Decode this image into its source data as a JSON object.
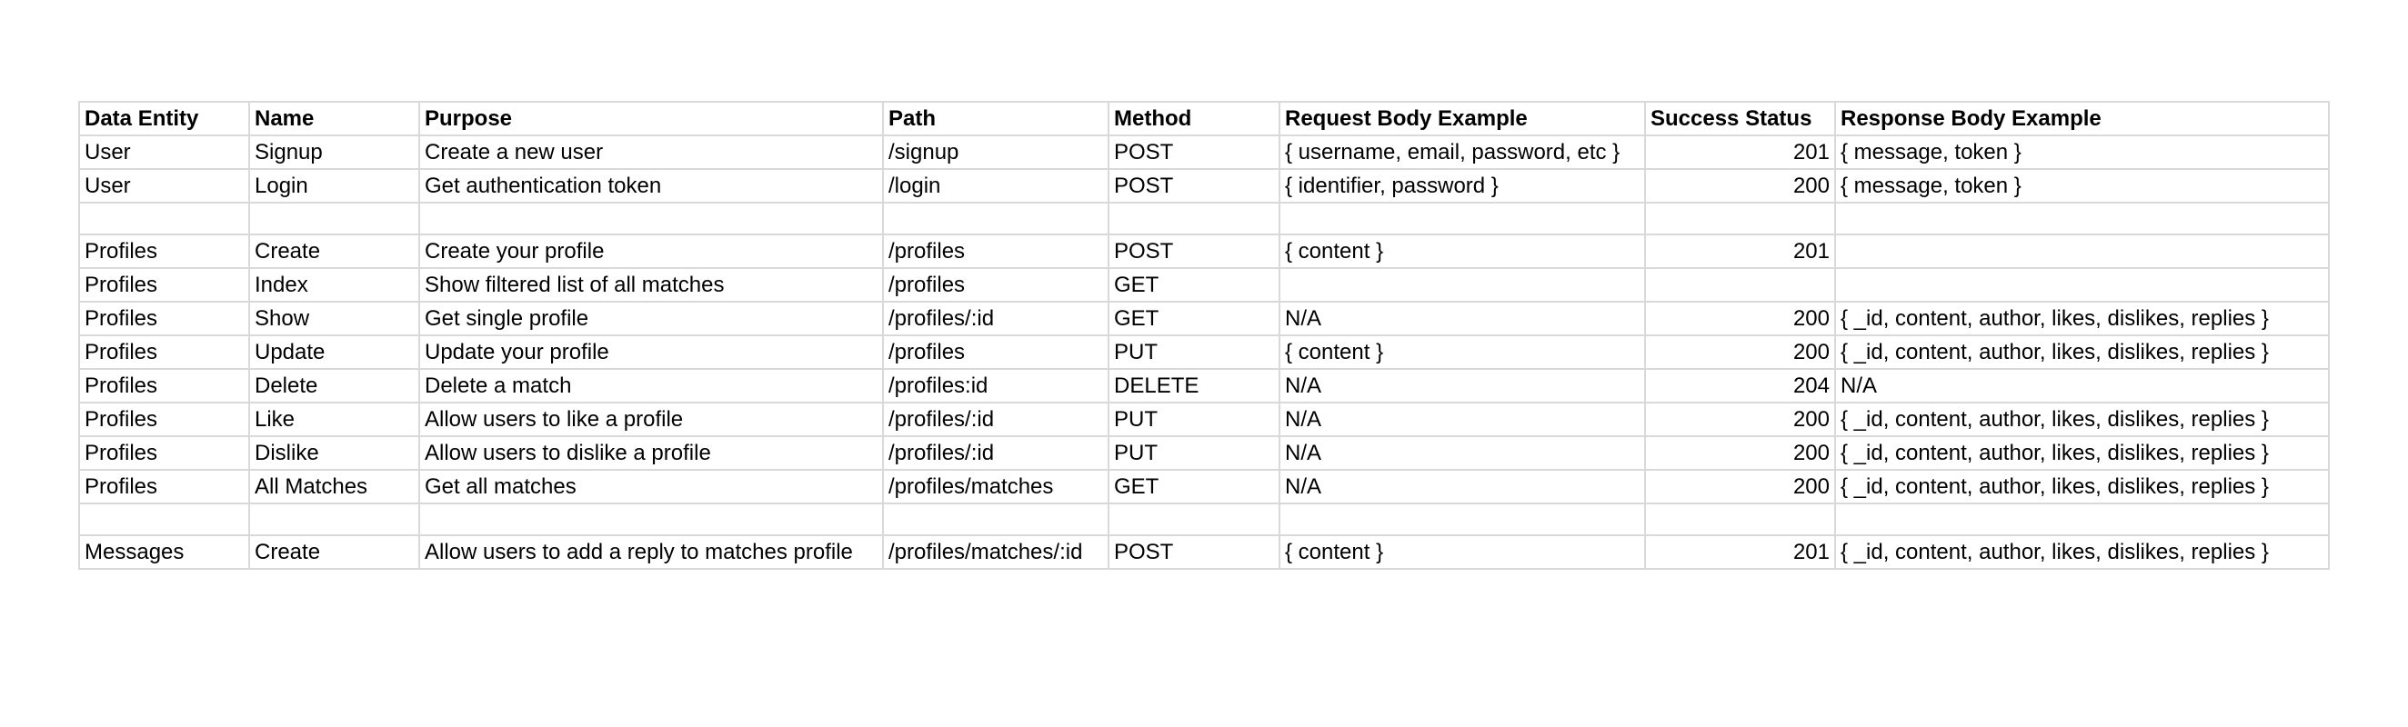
{
  "table": {
    "headers": [
      "Data Entity",
      "Name",
      "Purpose",
      "Path",
      "Method",
      "Request Body Example",
      "Success Status",
      "Response Body Example"
    ],
    "rows": [
      [
        "User",
        "Signup",
        "Create a new user",
        "/signup",
        "POST",
        "{ username, email, password, etc }",
        "201",
        "{ message, token }"
      ],
      [
        "User",
        "Login",
        "Get authentication token",
        "/login",
        "POST",
        "{ identifier, password }",
        "200",
        "{ message, token }"
      ],
      [
        "",
        "",
        "",
        "",
        "",
        "",
        "",
        ""
      ],
      [
        "Profiles",
        "Create",
        "Create your profile",
        "/profiles",
        "POST",
        "{ content }",
        "201",
        ""
      ],
      [
        "Profiles",
        "Index",
        "Show filtered list of all matches",
        "/profiles",
        "GET",
        "",
        "",
        ""
      ],
      [
        "Profiles",
        "Show",
        "Get single profile",
        "/profiles/:id",
        "GET",
        "N/A",
        "200",
        "{ _id, content, author, likes, dislikes, replies }"
      ],
      [
        "Profiles",
        "Update",
        "Update your profile",
        "/profiles",
        "PUT",
        "{ content }",
        "200",
        "{ _id, content, author, likes, dislikes, replies }"
      ],
      [
        "Profiles",
        "Delete",
        "Delete a match",
        "/profiles:id",
        "DELETE",
        "N/A",
        "204",
        "N/A"
      ],
      [
        "Profiles",
        "Like",
        "Allow users to like a profile",
        "/profiles/:id",
        "PUT",
        "N/A",
        "200",
        "{ _id, content, author, likes, dislikes, replies }"
      ],
      [
        "Profiles",
        "Dislike",
        "Allow users to dislike a profile",
        "/profiles/:id",
        "PUT",
        "N/A",
        "200",
        "{ _id, content, author, likes, dislikes, replies }"
      ],
      [
        "Profiles",
        "All Matches",
        "Get all matches",
        "/profiles/matches",
        "GET",
        "N/A",
        "200",
        "{ _id, content, author, likes, dislikes, replies }"
      ],
      [
        "",
        "",
        "",
        "",
        "",
        "",
        "",
        ""
      ],
      [
        "Messages",
        "Create",
        "Allow users to add a reply to matches profile",
        "/profiles/matches/:id",
        "POST",
        "{ content }",
        "201",
        "{ _id, content, author, likes, dislikes, replies }"
      ]
    ]
  }
}
